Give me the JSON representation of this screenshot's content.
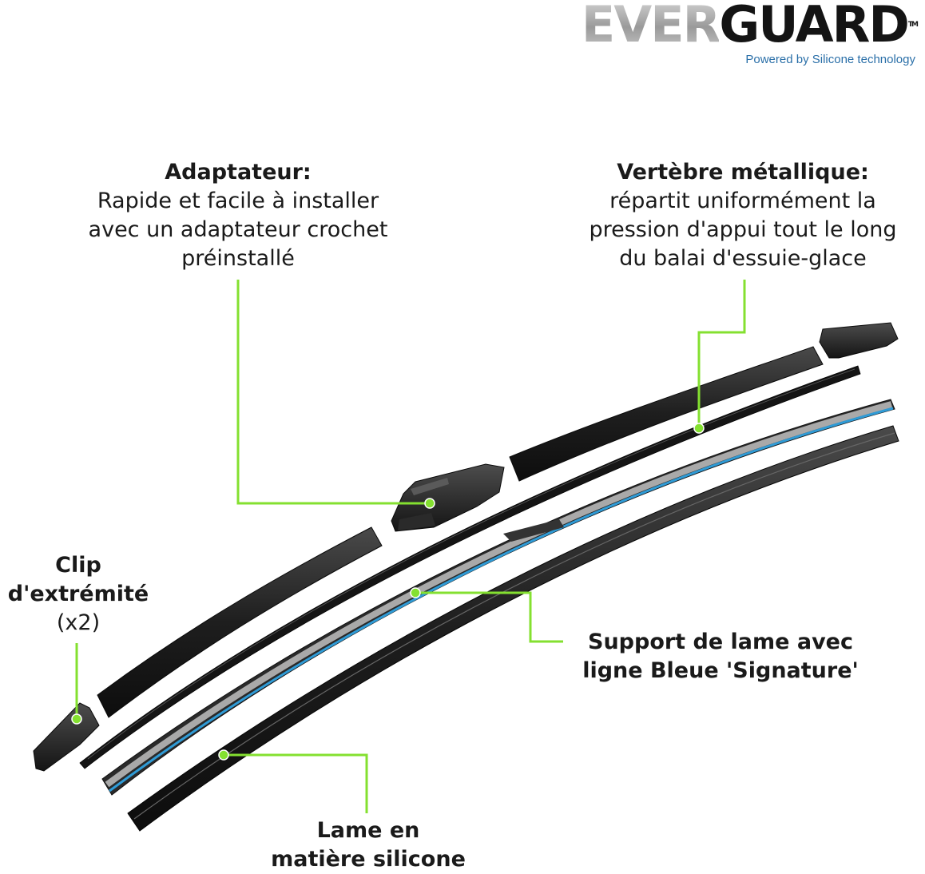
{
  "brand": {
    "name_part1": "EVER",
    "name_part2": "GUARD",
    "trademark": "TM",
    "tagline": "Powered by Silicone technology"
  },
  "labels": {
    "adapter": {
      "title": "Adaptateur:",
      "line1": "Rapide et facile à installer",
      "line2": "avec un adaptateur crochet",
      "line3": "préinstallé"
    },
    "spine": {
      "title": "Vertèbre métallique:",
      "line1": "répartit uniformément la",
      "line2": "pression d'appui tout le long",
      "line3": "du balai d'essuie-glace"
    },
    "clip": {
      "line1": "Clip",
      "line2": "d'extrémité",
      "line3": "(x2)"
    },
    "support": {
      "line1": "Support de lame avec",
      "line2": "ligne Bleue 'Signature'"
    },
    "blade": {
      "line1": "Lame en",
      "line2": "matière silicone"
    }
  },
  "colors": {
    "callout": "#84e030",
    "signature_line": "#2f9bd6",
    "rubber": "#1c1c1c",
    "spine_metal": "#9a9a9a"
  }
}
